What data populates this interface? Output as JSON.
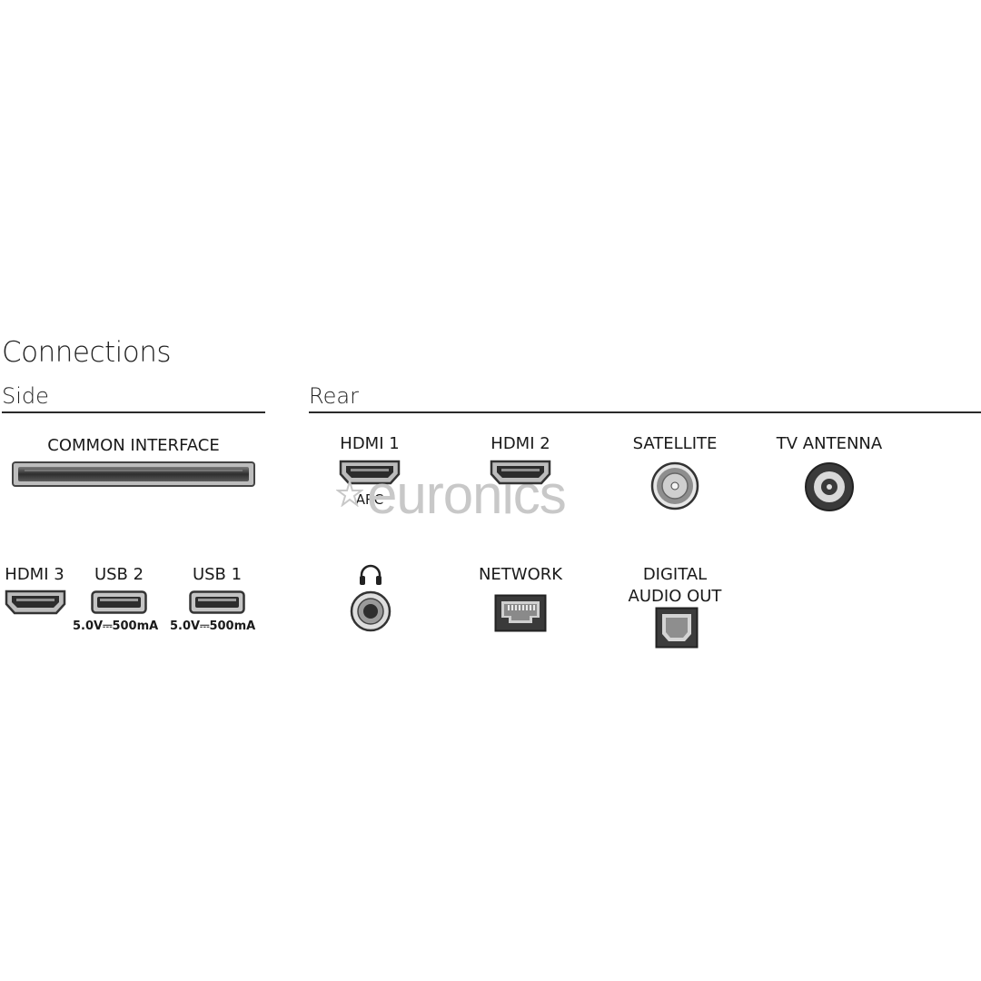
{
  "page": {
    "title": "Connections",
    "side_label": "Side",
    "rear_label": "Rear",
    "watermark": "euronics"
  },
  "side": {
    "common_interface": "COMMON INTERFACE",
    "hdmi3": "HDMI 3",
    "usb2": "USB 2",
    "usb1": "USB 1",
    "usb2_rating": "5.0V⎓500mA",
    "usb1_rating": "5.0V⎓500mA"
  },
  "rear": {
    "hdmi1": "HDMI 1",
    "hdmi1_sub": "ARC",
    "hdmi2": "HDMI 2",
    "satellite": "SATELLITE",
    "tv_antenna": "TV ANTENNA",
    "network": "NETWORK",
    "digital_audio_line1": "DIGITAL",
    "digital_audio_line2": "AUDIO OUT"
  },
  "icons": {
    "headphone": "headphone-icon"
  },
  "colors": {
    "port_dark": "#3a3a3a",
    "port_mid": "#8c8c8c",
    "port_light": "#d8d8d8",
    "watermark": "#c8c8c8"
  }
}
